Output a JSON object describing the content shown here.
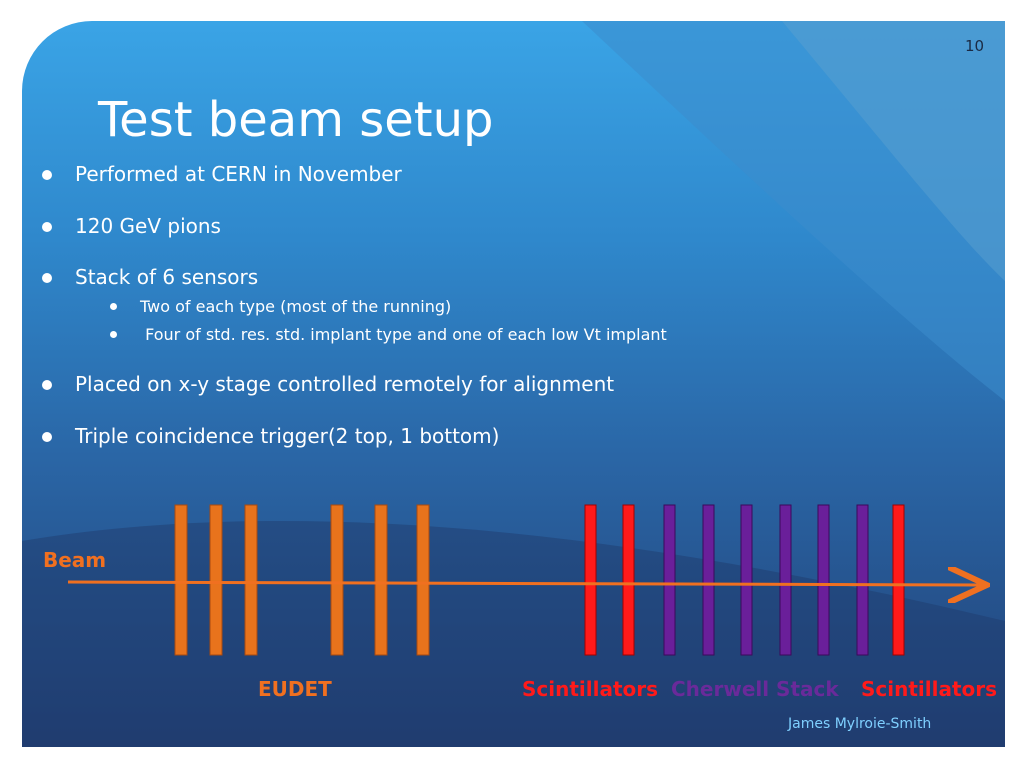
{
  "slide": {
    "page_number": "10",
    "title": "Test beam setup",
    "author": "James Mylroie-Smith"
  },
  "bullets": [
    {
      "level": 1,
      "text": "Performed at CERN in November"
    },
    {
      "level": 1,
      "text": "120 GeV pions"
    },
    {
      "level": 1,
      "text": "Stack of 6 sensors"
    },
    {
      "level": 2,
      "text": "Two of each type (most of the running)"
    },
    {
      "level": 2,
      "text": " Four of std. res. std. implant type and one of each low Vt implant"
    },
    {
      "level": 1,
      "text": "Placed on x-y stage controlled remotely for alignment"
    },
    {
      "level": 1,
      "text": "Triple coincidence trigger(2 top, 1 bottom)"
    }
  ],
  "diagram": {
    "beam_label": "Beam",
    "eudet_label": "EUDET",
    "scintillators_left_label": "Scintillators",
    "cherwell_stack_label": "Cherwell Stack",
    "scintillators_right_label": "Scintillators",
    "colors": {
      "eudet": "#e8731c",
      "scintillator": "#ff1a1a",
      "cherwell": "#6a1f9a",
      "beam_arrow": "#f07020"
    }
  }
}
